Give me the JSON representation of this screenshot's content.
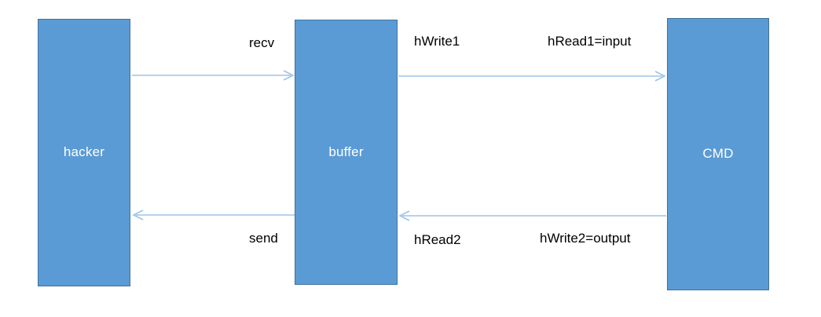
{
  "diagram": {
    "type": "block-flow-diagram",
    "colors": {
      "node_fill": "#5B9BD5",
      "node_stroke": "#41719C",
      "node_text": "#FFFFFF",
      "arrow": "#9DC3E6",
      "edge_label_text": "#000000",
      "background": "#FFFFFF"
    },
    "nodes": [
      {
        "id": "hacker",
        "label": "hacker"
      },
      {
        "id": "buffer",
        "label": "buffer"
      },
      {
        "id": "cmd",
        "label": "CMD"
      }
    ],
    "edges": [
      {
        "id": "hacker-to-buffer",
        "label": "recv",
        "from": "hacker",
        "to": "buffer",
        "direction": "right"
      },
      {
        "id": "buffer-to-cmd-top",
        "label": "hWrite1",
        "from": "buffer",
        "to": "cmd",
        "direction": "right"
      },
      {
        "id": "cmd-input",
        "label": "hRead1=input",
        "from": "buffer",
        "to": "cmd",
        "direction": "right"
      },
      {
        "id": "buffer-to-hacker",
        "label": "send",
        "from": "buffer",
        "to": "hacker",
        "direction": "left"
      },
      {
        "id": "cmd-to-buffer",
        "label": "hRead2",
        "from": "cmd",
        "to": "buffer",
        "direction": "left"
      },
      {
        "id": "cmd-output",
        "label": "hWrite2=output",
        "from": "cmd",
        "to": "buffer",
        "direction": "left"
      }
    ]
  }
}
